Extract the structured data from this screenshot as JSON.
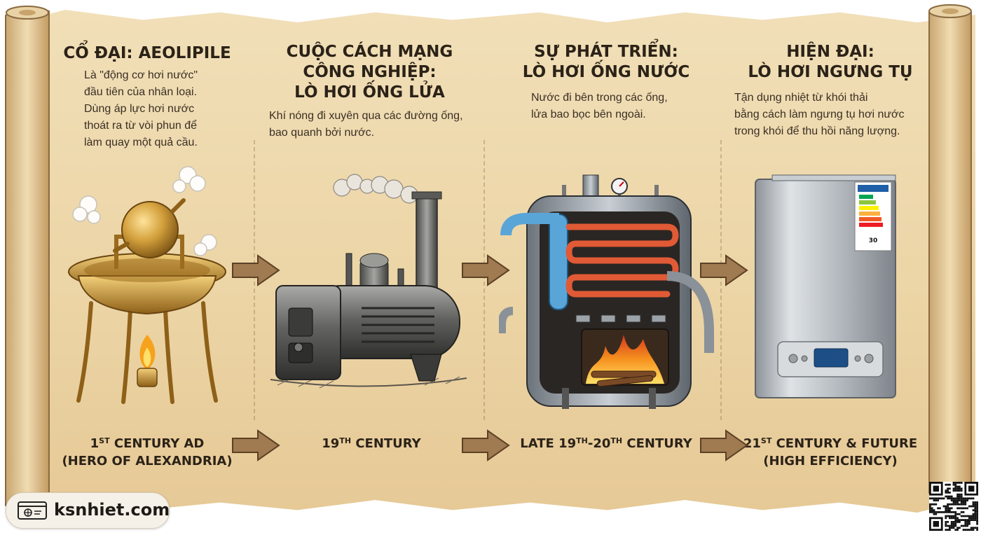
{
  "stages": [
    {
      "title_lines": [
        "CỔ ĐẠI: AEOLIPILE"
      ],
      "desc_lines": [
        "Là \"động cơ hơi nước\"",
        "đầu tiên của nhân loại.",
        "Dùng áp lực hơi nước",
        "thoát ra từ vòi phun để",
        "làm quay một quả cầu."
      ],
      "era": {
        "ordinal": "1",
        "ordinal_suffix": "ST",
        "text": " CENTURY AD",
        "line2": "(HERO OF ALEXANDRIA)"
      }
    },
    {
      "title_lines": [
        "CUỘC CÁCH MẠNG",
        "CÔNG NGHIỆP:",
        "LÒ HƠI ỐNG LỬA"
      ],
      "desc_lines": [
        "Khí nóng đi xuyên qua các đường ống,",
        "bao quanh bởi nước."
      ],
      "era": {
        "ordinal": "19",
        "ordinal_suffix": "TH",
        "text": " CENTURY",
        "line2": ""
      }
    },
    {
      "title_lines": [
        "SỰ PHÁT TRIỂN:",
        "LÒ HƠI ỐNG NƯỚC"
      ],
      "desc_lines": [
        "Nước đi bên trong các ống,",
        "lửa bao bọc bên ngoài."
      ],
      "era": {
        "pre": "LATE ",
        "ordinal": "19",
        "ordinal_suffix": "TH",
        "mid": "-20",
        "ordinal2_suffix": "TH",
        "text": " CENTURY",
        "line2": ""
      }
    },
    {
      "title_lines": [
        "HIỆN ĐẠI:",
        "LÒ HƠI NGƯNG TỤ"
      ],
      "desc_lines": [
        "Tận dụng nhiệt từ khói thải",
        "bằng cách làm ngưng tụ hơi nước",
        "trong khói để thu hồi năng lượng."
      ],
      "era": {
        "ordinal": "21",
        "ordinal_suffix": "ST",
        "text": " CENTURY & FUTURE",
        "line2": "(HIGH EFFICIENCY)"
      }
    }
  ],
  "boiler_panel_label": "30",
  "brand": {
    "name": "ksnhiet.com",
    "icon": "browser-window-icon"
  },
  "colors": {
    "parchment": "#ecd5a6",
    "ink": "#2b2218",
    "arrow": "#a07a50",
    "brass": "#c08a2e",
    "flame": "#f07a1a",
    "hot_pipe": "#e05a36",
    "cold_pipe": "#5aa5d8",
    "steel": "#b9bec4"
  },
  "qr_icon": "qr-code-icon"
}
